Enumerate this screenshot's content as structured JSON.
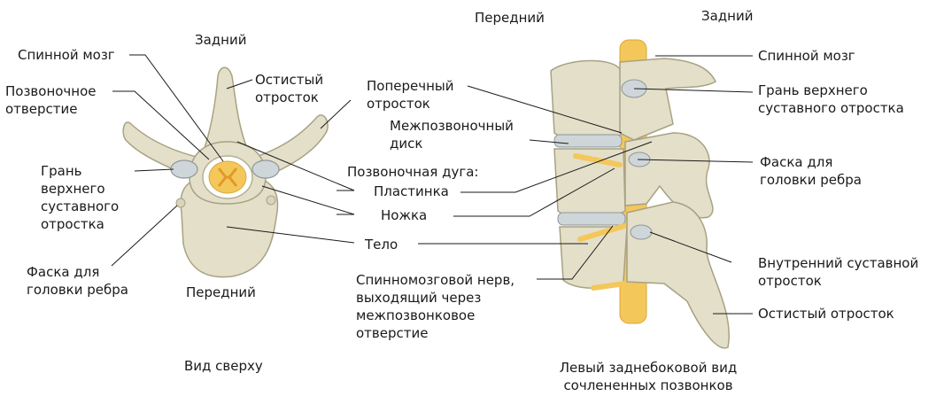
{
  "superior_view": {
    "title": "Вид сверху",
    "posterior": "Задний",
    "anterior": "Передний",
    "labels": {
      "spinal_cord": "Спинной мозг",
      "vertebral_foramen": [
        "Позвоночное",
        "отверстие"
      ],
      "spinous_process": [
        "Остистый",
        "отросток"
      ],
      "superior_articular_facet": [
        "Грань",
        "верхнего",
        "суставного",
        "отростка"
      ],
      "rib_head_facet": [
        "Фаска для",
        "головки ребра"
      ],
      "transverse_process": [
        "Поперечный",
        "отросток"
      ]
    }
  },
  "center_labels": {
    "intervertebral_disc": [
      "Межпозвоночный",
      "диск"
    ],
    "vertebral_arch": "Позвоночная дуга:",
    "lamina": "Пластинка",
    "pedicle": "Ножка",
    "body": "Тело",
    "spinal_nerve": [
      "Спинномозговой нерв,",
      "выходящий через",
      "межпозвонковое",
      "отверстие"
    ]
  },
  "lateral_view": {
    "title": [
      "Левый заднебоковой вид",
      "сочлененных позвонков"
    ],
    "anterior": "Передний",
    "posterior": "Задний",
    "labels": {
      "spinal_cord": "Спинной мозг",
      "superior_articular_facet": [
        "Грань верхнего",
        "суставного отростка"
      ],
      "rib_head_facet": [
        "Фаска для",
        "головки ребра"
      ],
      "inferior_articular_process": [
        "Внутренний суставной",
        "отросток"
      ],
      "spinous_process": "Остистый отросток"
    }
  },
  "colors": {
    "bone": "#e3dfc9",
    "bone_shadow": "#c9c3a4",
    "outline": "#a8a283",
    "cartilage": "#cfd6d9",
    "spinal_cord": "#f4c75a",
    "line": "#1a1a1a"
  }
}
